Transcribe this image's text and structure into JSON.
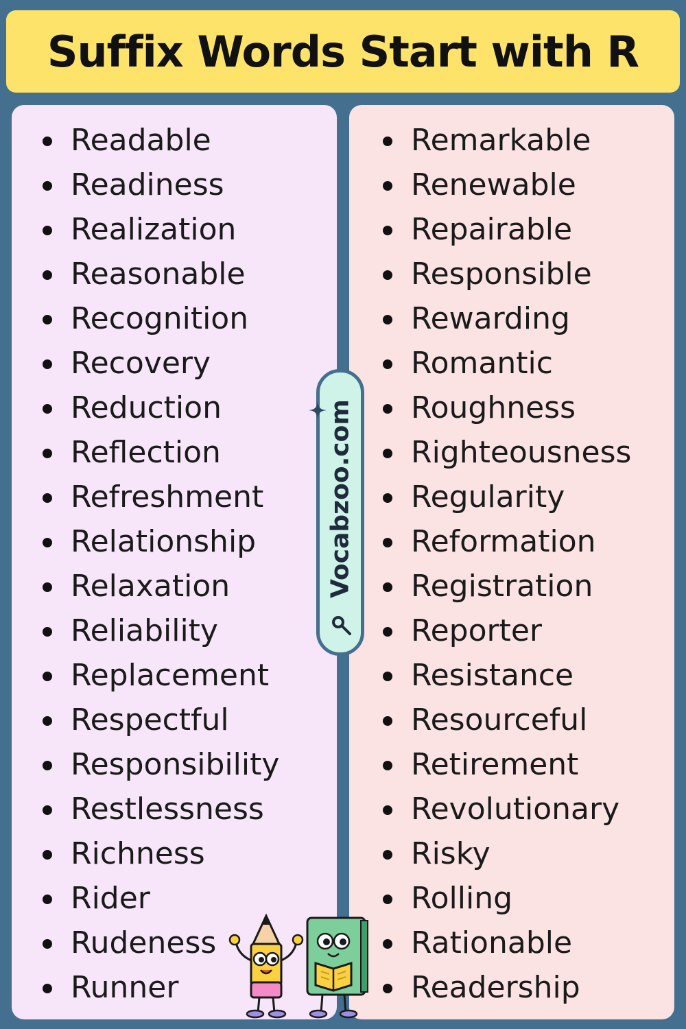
{
  "header": {
    "title": "Suffix Words Start with R"
  },
  "left_column": [
    "Readable",
    "Readiness",
    "Realization",
    "Reasonable",
    "Recognition",
    "Recovery",
    "Reduction",
    "Reflection",
    "Refreshment",
    "Relationship",
    "Relaxation",
    "Reliability",
    "Replacement",
    "Respectful",
    "Responsibility",
    "Restlessness",
    "Richness",
    "Rider",
    "Rudeness",
    "Runner"
  ],
  "right_column": [
    "Remarkable",
    "Renewable",
    "Repairable",
    "Responsible",
    "Rewarding",
    "Romantic",
    "Roughness",
    "Righteousness",
    "Regularity",
    "Reformation",
    "Registration",
    "Reporter",
    "Resistance",
    "Resourceful",
    "Retirement",
    "Revolutionary",
    "Risky",
    "Rolling",
    "Rationable",
    "Readership"
  ],
  "watermark": {
    "text": "Vocabzoo.com"
  },
  "colors": {
    "background": "#446f8e",
    "title_bar": "#fde36a",
    "left_panel": "#f7e5f9",
    "right_panel": "#fbe2e3",
    "watermark_pill": "#cff3e8"
  },
  "icons": {
    "watermark": [
      "search-icon",
      "sparkle-icon"
    ],
    "decoration": [
      "pencil-mascot",
      "book-mascot"
    ]
  }
}
